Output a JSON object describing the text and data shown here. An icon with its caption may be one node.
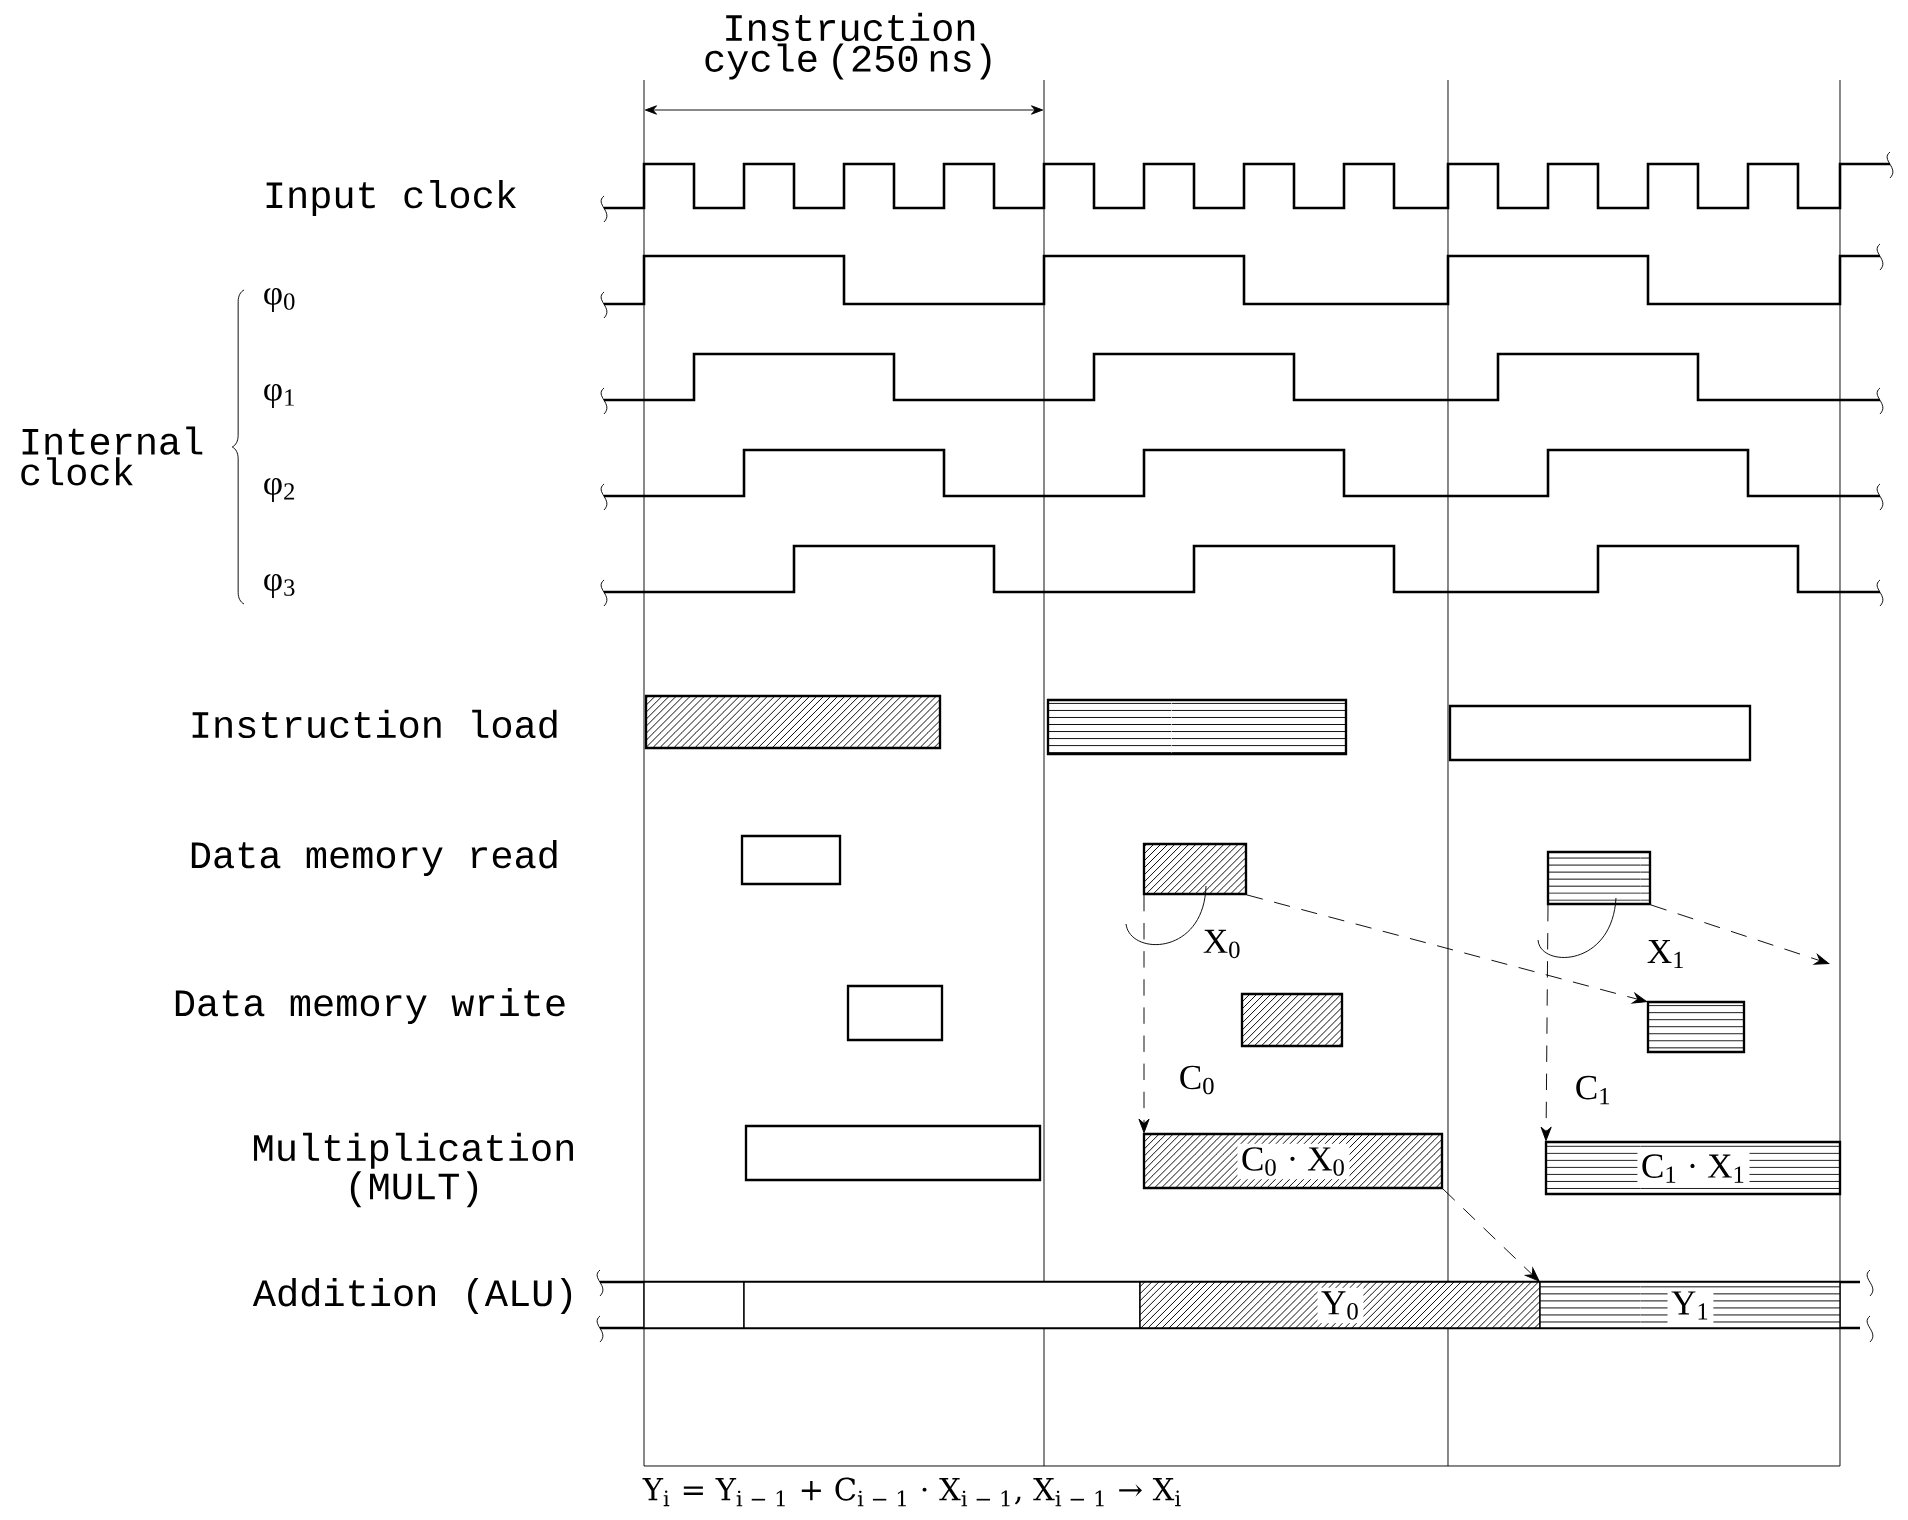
{
  "diagram": {
    "nodes": [
      {
        "text": [],
        "shape": "bar"
      },
      {
        "text": [],
        "shape": "bar"
      },
      {
        "text": [],
        "shape": "bar"
      },
      {
        "text": [],
        "shape": "bar"
      },
      {
        "text": [],
        "shape": "bar"
      },
      {
        "text": [],
        "shape": "bar"
      },
      {
        "text": [],
        "shape": "bar"
      },
      {
        "text": [],
        "shape": "bar"
      },
      {
        "text": [],
        "shape": "bar"
      },
      {
        "text": [],
        "shape": "bar"
      },
      {
        "text": [
          "C$_{0}$ · X$_{0}$"
        ]
      },
      {
        "text": [
          "C$_{1}$ · X$_{1}$"
        ]
      },
      {
        "text": [],
        "shape": "bar"
      },
      {
        "text": [],
        "shape": "bar"
      },
      {
        "text": [
          "Y$_{0}$"
        ]
      },
      {
        "text": [
          "Y$_{1}$"
        ]
      }
    ],
    "edges": [
      {
        "from": 4,
        "to": 8,
        "arrow": "to",
        "style": "dashed",
        "label": "X$_{0}$"
      },
      {
        "from": 4,
        "to": 10,
        "arrow": "to",
        "style": "dashed",
        "label": "C$_{0}$"
      },
      {
        "from": 5,
        "to": null,
        "arrow": "to",
        "style": "dashed",
        "label": "X$_{1}$"
      },
      {
        "from": 5,
        "to": 11,
        "arrow": "to",
        "style": "dashed",
        "label": "C$_{1}$"
      },
      {
        "from": 10,
        "to": 15,
        "arrow": "to",
        "style": "dashed"
      }
    ],
    "labels": [
      "Instruction cycle (250 ns)",
      "Input clock",
      "Internal clock",
      "φ$_{0}$",
      "φ$_{1}$",
      "φ$_{2}$",
      "φ$_{3}$",
      "Instruction load",
      "Data memory read",
      "Data memory write",
      "Multiplication (MULT)",
      "Addition (ALU)",
      "Y$_{i}$ = Y$_{i − 1}$ + C$_{i − 1}$ · X$_{i − 1}$, X$_{i − 1}$ → X$_{i}$"
    ]
  }
}
